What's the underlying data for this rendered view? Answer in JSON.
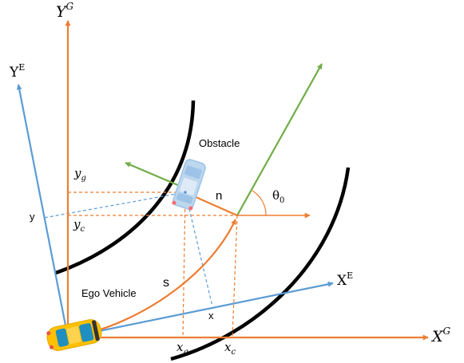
{
  "axes": {
    "global_x": {
      "base": "X",
      "sup": "G"
    },
    "global_y": {
      "base": "Y",
      "sup": "G"
    },
    "ego_x": {
      "base": "X",
      "sup": "E"
    },
    "ego_y": {
      "base": "Y",
      "sup": "E"
    }
  },
  "labels": {
    "obstacle": "Obstacle",
    "ego_vehicle": "Ego Vehicle",
    "n": "n",
    "s": "s",
    "x": "x",
    "y": "y",
    "y_g": {
      "base": "y",
      "sub": "g"
    },
    "y_c": {
      "base": "y",
      "sub": "c"
    },
    "x_g": {
      "base": "x",
      "sub": "g"
    },
    "x_c": {
      "base": "x",
      "sub": "c"
    },
    "theta0": {
      "base": "θ",
      "sub": "0"
    }
  },
  "colors": {
    "global_axis": "#ED7D31",
    "ego_axis": "#5B9BD5",
    "heading_arrow": "#70AD47",
    "road_edge": "#000000",
    "ego_car": "#FFC000",
    "obstacle_car": "#9DC3E6"
  }
}
